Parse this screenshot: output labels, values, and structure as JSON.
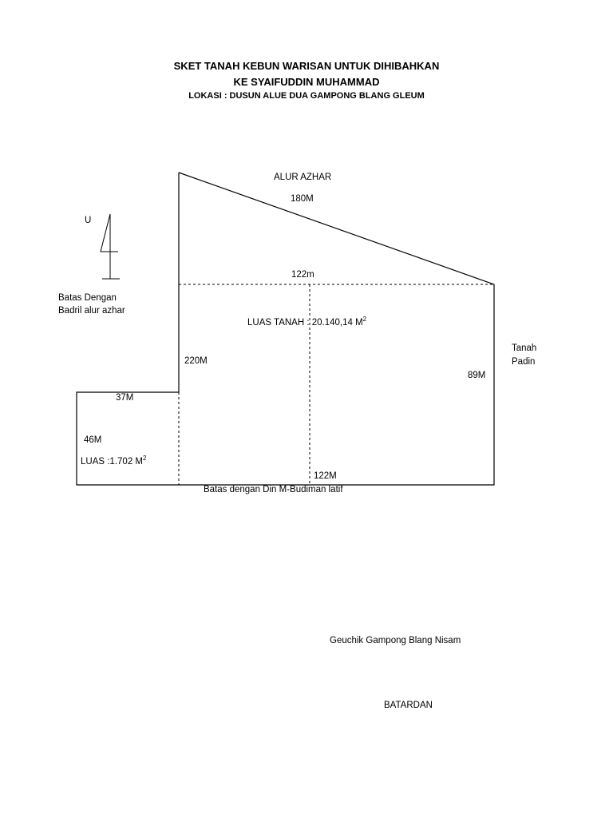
{
  "header": {
    "title_line1": "SKET TANAH KEBUN WARISAN UNTUK DIHIBAHKAN",
    "title_line2": "KE SYAIFUDDIN MUHAMMAD",
    "location": "LOKASI : DUSUN ALUE DUA GAMPONG BLANG GLEUM"
  },
  "compass": {
    "label": "U"
  },
  "boundaries": {
    "north": "ALUR AZHAR",
    "west_line1": "Batas Dengan",
    "west_line2": "Badril alur azhar",
    "east_line1": "Tanah",
    "east_line2": "Padin",
    "south": "Batas dengan Din M-Budiman latif"
  },
  "dimensions": {
    "slope": "180M",
    "dashed_top": "122m",
    "left_main": "220M",
    "right_main": "89M",
    "small_top": "37M",
    "small_left": "46M",
    "bottom": "122M"
  },
  "areas": {
    "main_label": "LUAS TANAH : 20.140,14 M",
    "main_sup": "2",
    "small_label": "LUAS :1.702 M",
    "small_sup": "2"
  },
  "signature": {
    "title": "Geuchik Gampong Blang Nisam",
    "name": "BATARDAN"
  }
}
